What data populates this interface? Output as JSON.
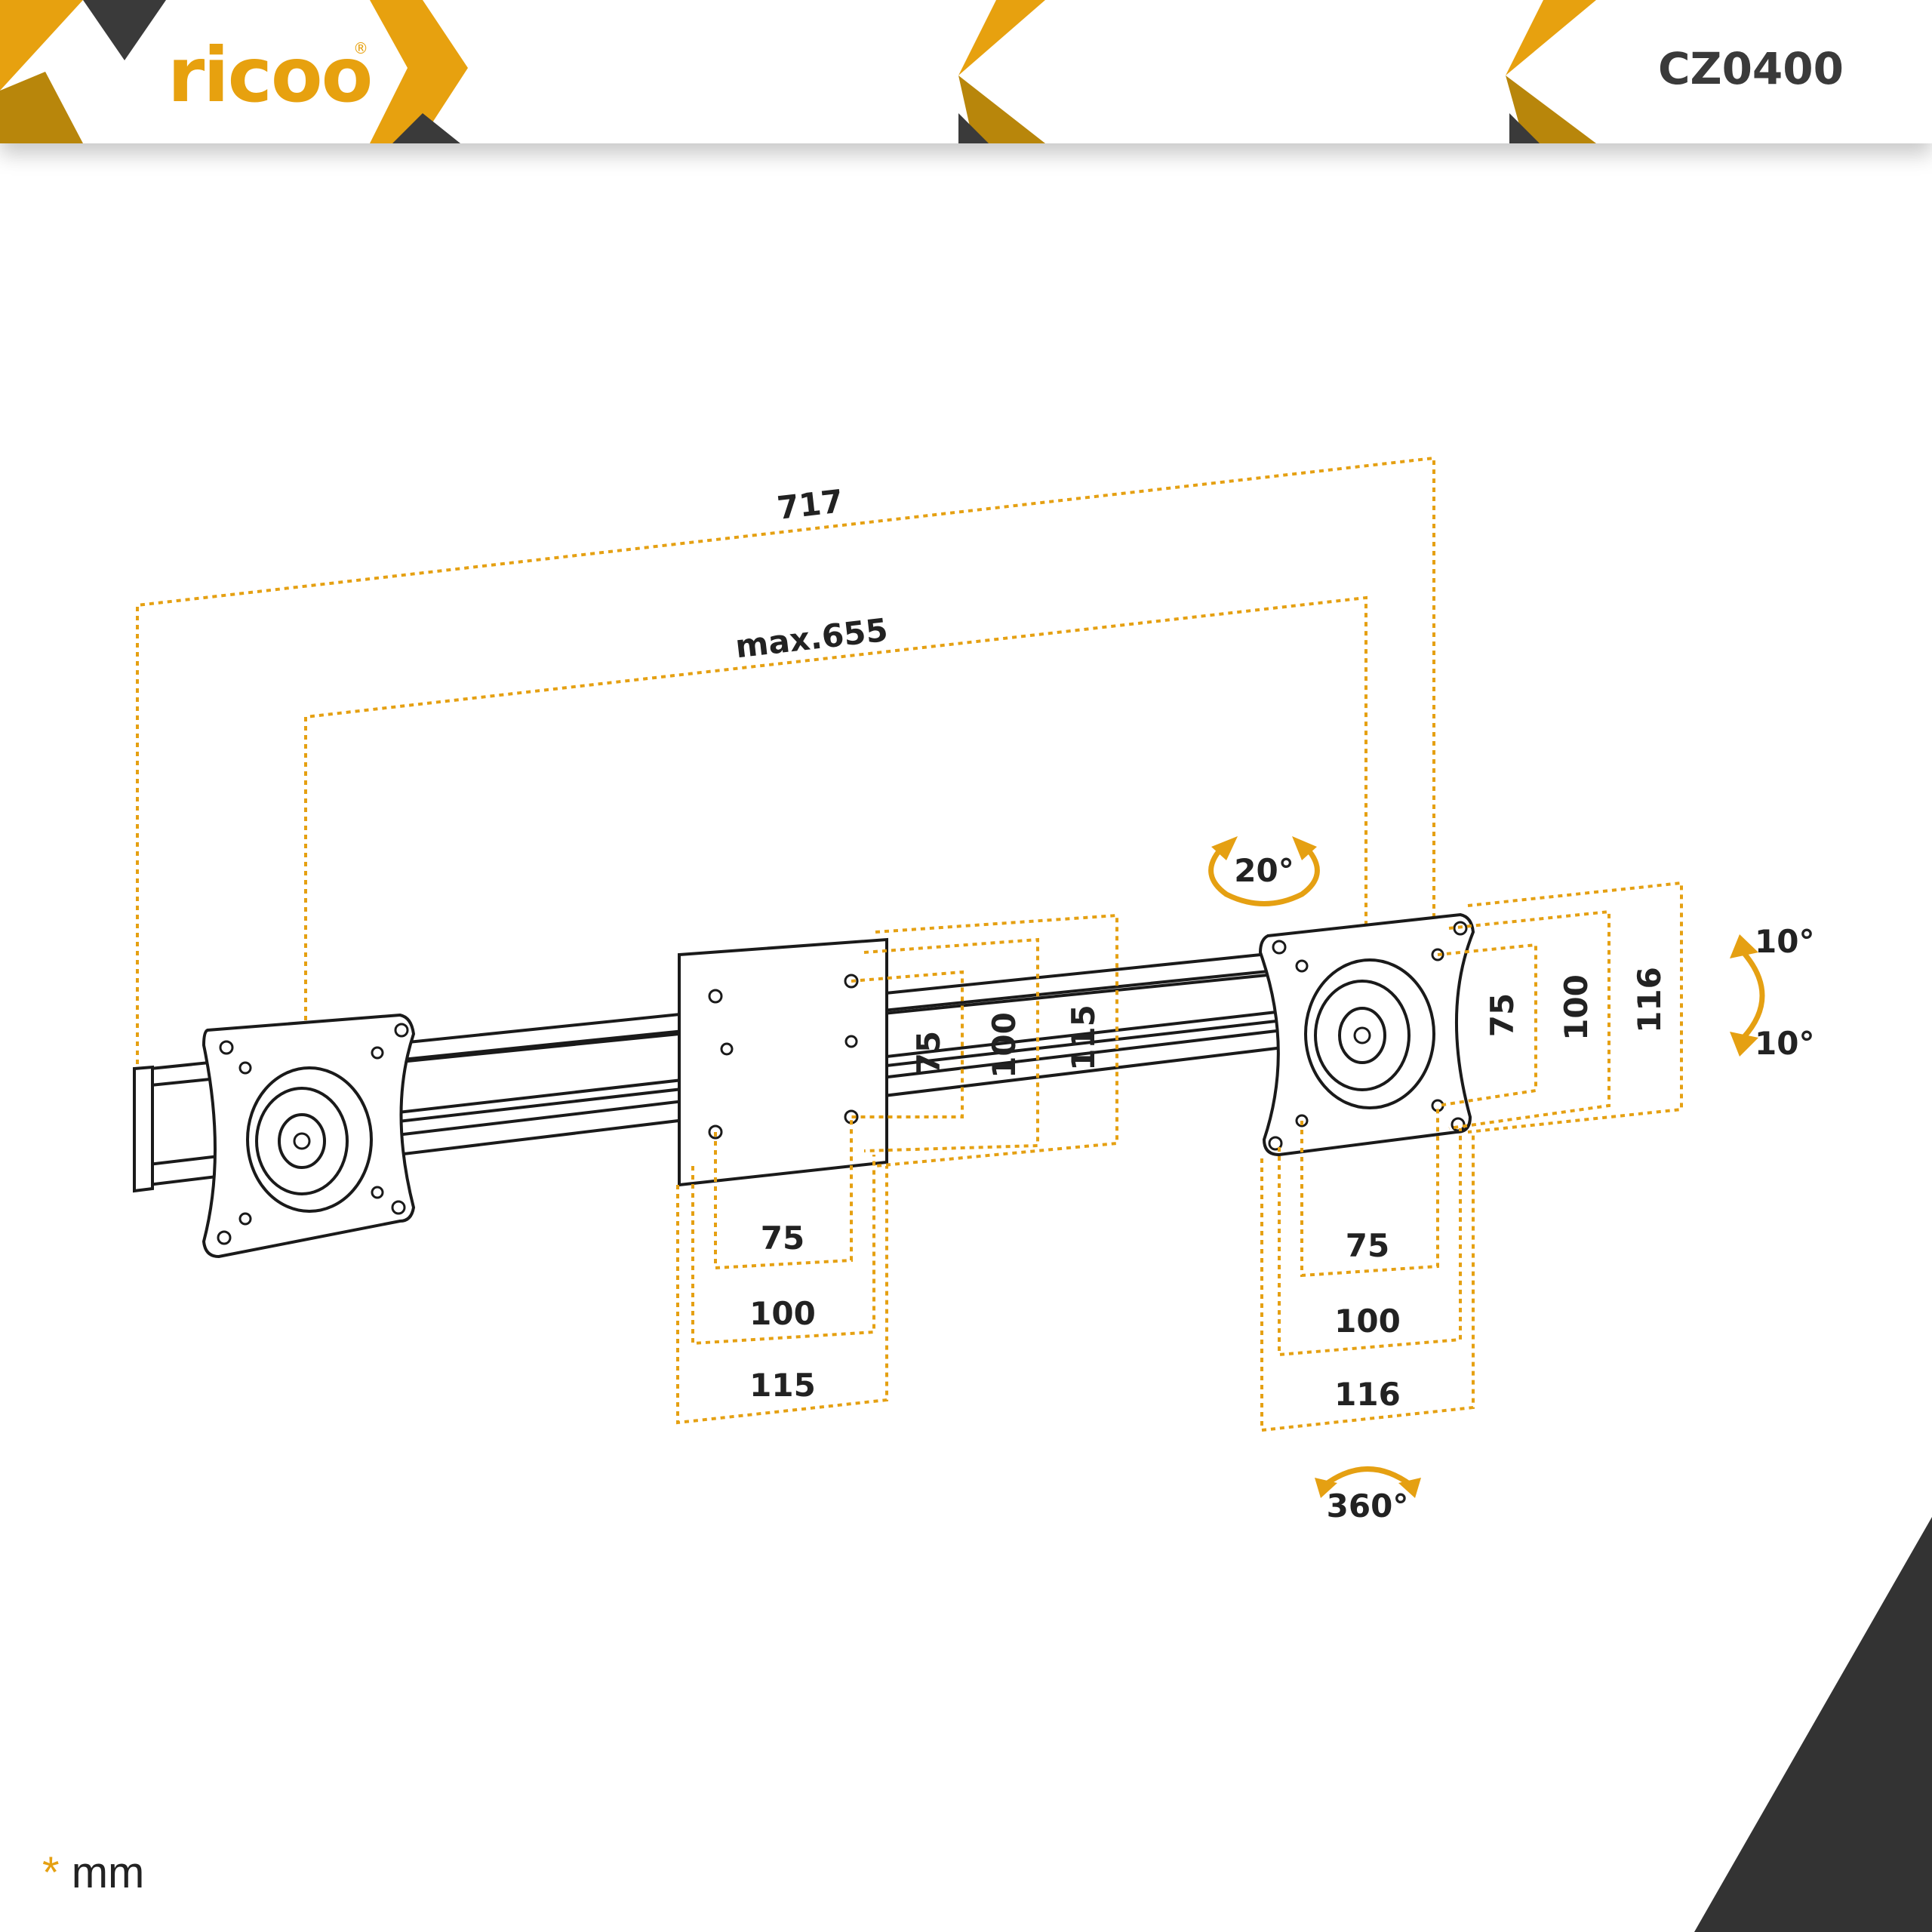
{
  "brand": {
    "logo_text": "ricoo",
    "registered_mark": "®"
  },
  "model_number": "CZ0400",
  "colors": {
    "accent": "#e7a10f",
    "accent_dark": "#b8860b",
    "dark": "#333333"
  },
  "dimensions": {
    "total_width": "717",
    "max_center_distance": "max.655",
    "plate_center": {
      "v75": "75",
      "v100": "100",
      "v115": "115",
      "h75": "75",
      "h100": "100",
      "h115": "115"
    },
    "plate_right": {
      "v75": "75",
      "v100": "100",
      "v116": "116",
      "h75": "75",
      "h100": "100",
      "h116": "116"
    }
  },
  "angles": {
    "swivel": "20°",
    "tilt_up": "10°",
    "tilt_down": "10°",
    "rotation": "360°"
  },
  "unit_note": {
    "symbol": "*",
    "unit": "mm"
  }
}
